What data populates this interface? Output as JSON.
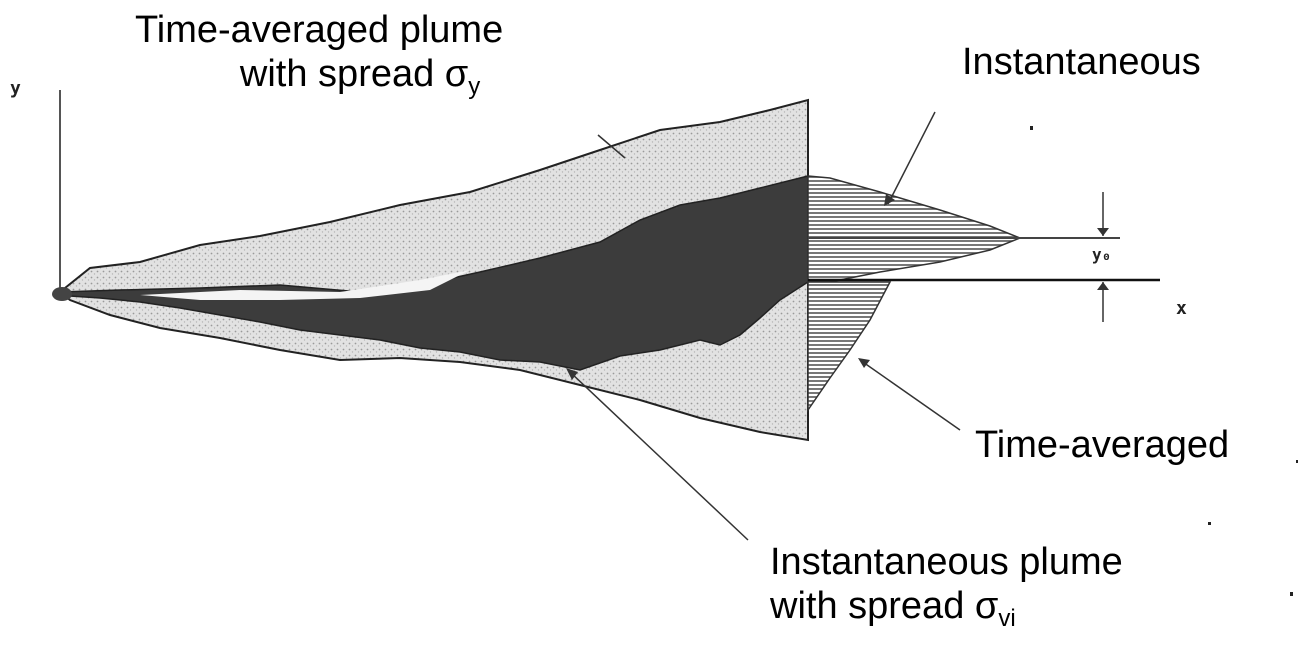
{
  "labels": {
    "time_avg_plume_l1": "Time-averaged plume",
    "time_avg_plume_l2": "with spread σ",
    "time_avg_plume_sub": "y",
    "instantaneous": "Instantaneous",
    "time_averaged": "Time-averaged",
    "inst_plume_l1": "Instantaneous plume",
    "inst_plume_l2": "with spread σ",
    "inst_plume_sub": "vi"
  },
  "axes": {
    "y": "y",
    "x": "x",
    "y0": "y₀"
  },
  "colors": {
    "speckle_fill": "#d9d9d9",
    "dark_plume": "#3a3a3a",
    "line": "#000000"
  }
}
